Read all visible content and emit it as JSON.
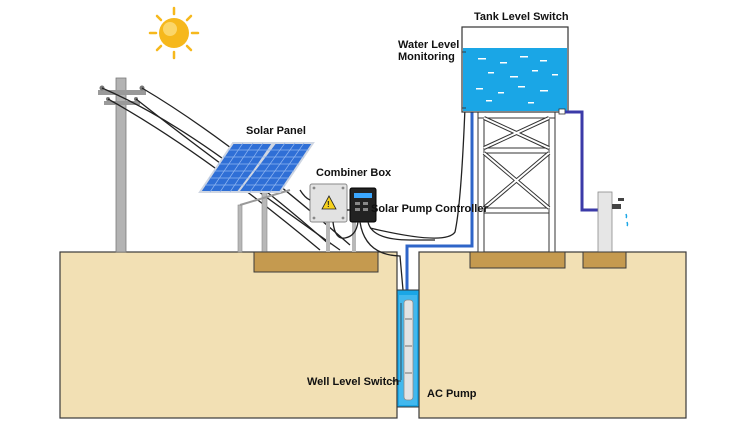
{
  "labels": {
    "tank_level_switch": "Tank Level Switch",
    "water_level_line1": "Water Level",
    "water_level_line2": "Monitoring",
    "solar_panel": "Solar Panel",
    "combiner_box": "Combiner Box",
    "solar_pump_controller": "Solar Pump Controller",
    "well_level_switch": "Well Level Switch",
    "ac_pump": "AC Pump"
  },
  "colors": {
    "ground": "#f2e0b4",
    "footing": "#c59a4f",
    "water": "#1aa6e6",
    "pipe": "#2f65c8",
    "panel": "#2f6fd6",
    "sun": "#f6b81c"
  }
}
